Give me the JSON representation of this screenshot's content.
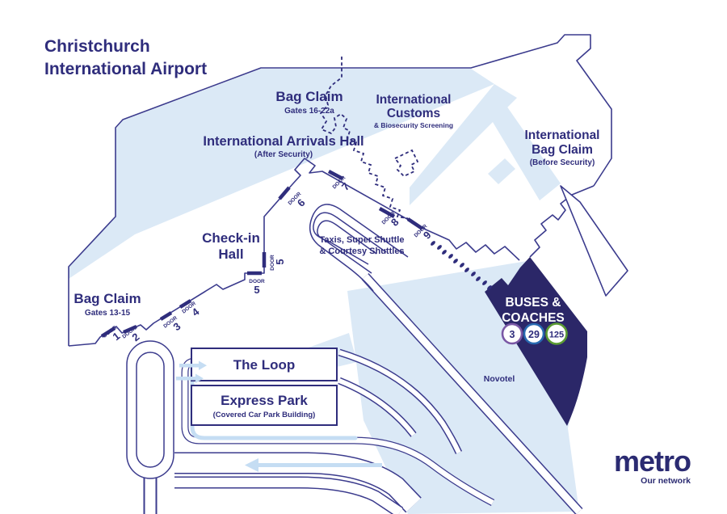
{
  "title": {
    "line1": "Christchurch",
    "line2": "International Airport"
  },
  "areas": {
    "bag_claim_gates16": {
      "title": "Bag Claim",
      "subtitle": "Gates 16-22a"
    },
    "international_customs": {
      "title_line1": "International",
      "title_line2": "Customs",
      "subtitle": "& Biosecurity Screening"
    },
    "international_arrivals_hall": {
      "title": "International Arrivals Hall",
      "subtitle": "(After Security)"
    },
    "international_bag_claim": {
      "title_line1": "International",
      "title_line2": "Bag Claim",
      "subtitle": "(Before Security)"
    },
    "check_in_hall": {
      "title_line1": "Check-in",
      "title_line2": "Hall"
    },
    "bag_claim_gates13": {
      "title": "Bag Claim",
      "subtitle": "Gates 13-15"
    },
    "taxis": {
      "line1": "Taxis, Super Shuttle",
      "line2": "& Courtesy Shuttles"
    },
    "the_loop": {
      "title": "The Loop"
    },
    "express_park": {
      "title": "Express Park",
      "subtitle": "(Covered Car Park Building)"
    },
    "buses_coaches": {
      "line1": "BUSES &",
      "line2": "COACHES"
    },
    "novotel": {
      "title": "Novotel"
    }
  },
  "doors": [
    {
      "label": "DOOR",
      "number": "1"
    },
    {
      "label": "DOOR",
      "number": "2"
    },
    {
      "label": "DOOR",
      "number": "3"
    },
    {
      "label": "DOOR",
      "number": "4"
    },
    {
      "label": "DOOR",
      "number": "5"
    },
    {
      "label": "DOOR",
      "number": "6"
    },
    {
      "label": "DOOR",
      "number": "7"
    },
    {
      "label": "DOOR",
      "number": "8"
    },
    {
      "label": "DOOR",
      "number": "9"
    }
  ],
  "bus_routes": [
    {
      "number": "3",
      "ring_color": "#7a58a5"
    },
    {
      "number": "29",
      "ring_color": "#2869b0"
    },
    {
      "number": "125",
      "ring_color": "#5b9b33"
    }
  ],
  "logo": {
    "wordmark": "metro",
    "tagline": "Our network"
  },
  "colors": {
    "navy_text": "#2f2d7c",
    "outline": "#3b3b8d",
    "dark_panel": "#2b2768",
    "light_blue": "#dbe9f6",
    "arrow_blue": "#c5ddf3"
  }
}
